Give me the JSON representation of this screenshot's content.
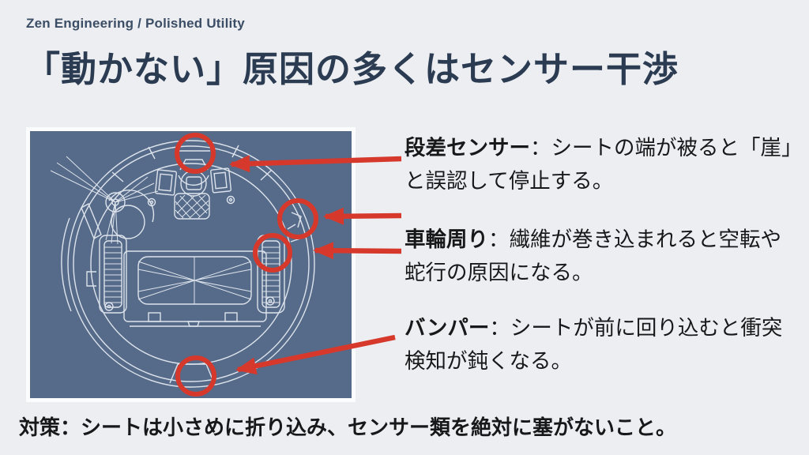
{
  "colors": {
    "accent": "#d6392c",
    "panel": "#566b89",
    "background": "#edeef1",
    "title_text": "#2b3c52",
    "eyebrow_text": "#3b4e66",
    "body_text": "#17181a",
    "figure_line": "#e9eef5"
  },
  "eyebrow": "Zen Engineering / Polished Utility",
  "title": "「動かない」原因の多くはセンサー干渉",
  "figure": {
    "description": "robot-vacuum-underside-blueprint",
    "highlights": [
      "cliff-sensor-top",
      "bumper-edge-right",
      "drive-wheel-right",
      "front-bumper-bottom"
    ]
  },
  "callouts": [
    {
      "label": "段差センサー",
      "line1_rest": "：シートの端が被ると「崖」",
      "line2": "と誤認して停止する。",
      "full_text": "段差センサー：シートの端が被ると「崖」と誤認して停止する。"
    },
    {
      "label": "車輪周り",
      "line1_rest": "：繊維が巻き込まれると空転や",
      "line2": "蛇行の原因になる。",
      "full_text": "車輪周り：繊維が巻き込まれると空転や蛇行の原因になる。"
    },
    {
      "label": "バンパー",
      "line1_rest": "：シートが前に回り込むと衝突",
      "line2": "検知が鈍くなる。",
      "full_text": "バンパー：シートが前に回り込むと衝突検知が鈍くなる。"
    }
  ],
  "footer": {
    "label": "対策",
    "text": "：シートは小さめに折り込み、センサー類を絶対に塞がないこと。",
    "full_text": "対策：シートは小さめに折り込み、センサー類を絶対に塞がないこと。"
  }
}
